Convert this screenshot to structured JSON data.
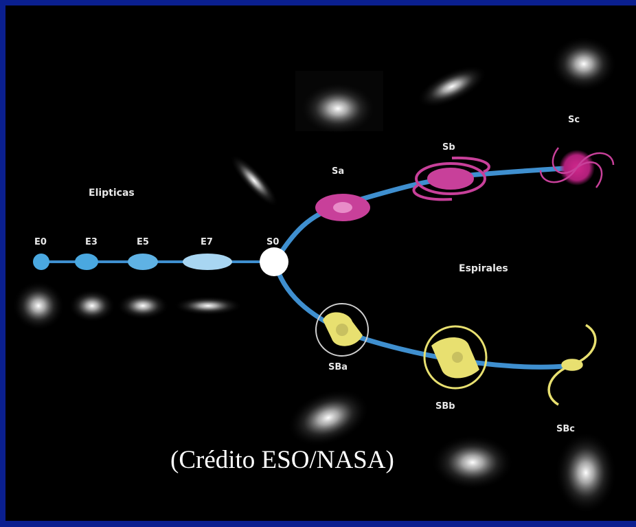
{
  "diagram": {
    "groups": {
      "ellipticals": "Elipticas",
      "spirals": "Espirales"
    },
    "nodes": {
      "E0": "E0",
      "E3": "E3",
      "E5": "E5",
      "E7": "E7",
      "S0": "S0",
      "Sa": "Sa",
      "Sb": "Sb",
      "Sc": "Sc",
      "SBa": "SBa",
      "SBb": "SBb",
      "SBc": "SBc"
    },
    "colors": {
      "frame": "#0a1f8f",
      "background": "#000000",
      "elliptical": "#4aa8e0",
      "lenticular": "#ffffff",
      "normal_spiral": "#c8409a",
      "barred_spiral": "#e8e070",
      "branch": "#3f8fcf"
    }
  },
  "credit": "(Crédito ESO/NASA)"
}
